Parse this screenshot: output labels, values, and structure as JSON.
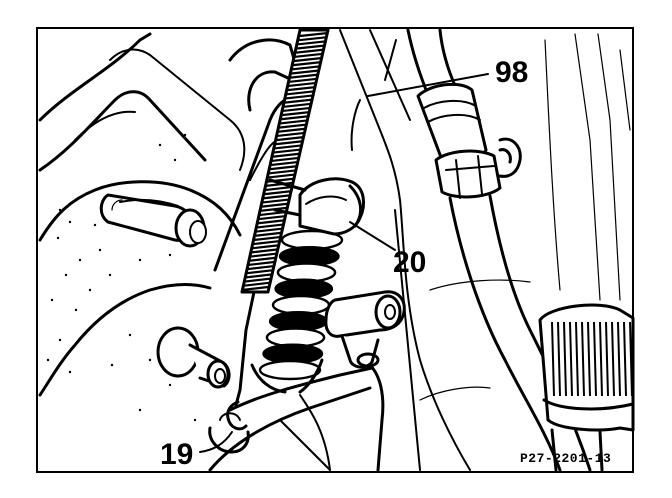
{
  "callouts": {
    "c98": "98",
    "c20": "20",
    "c19": "19"
  },
  "reference": "P27-2201-13",
  "icons": {
    "spring": "tension-spring",
    "boot": "rubber-bellows",
    "pipe": "fluid-line"
  }
}
